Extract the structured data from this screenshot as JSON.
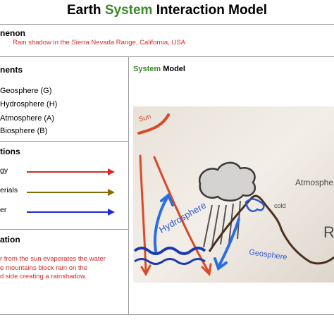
{
  "title": {
    "part1": "Earth ",
    "part2": "System",
    "part3": " Interaction Model"
  },
  "phenomenon": {
    "header": "nenon",
    "text": "Rain shadow in the Sierra Nevada Range, California, USA"
  },
  "components": {
    "header": "nents",
    "items": [
      "Geosphere (G)",
      "Hydrosphere (H)",
      "Atmosphere (A)",
      "Biosphere (B)"
    ]
  },
  "interactions": {
    "header": "tions",
    "items": [
      {
        "label": "gy",
        "color": "#d42a2a"
      },
      {
        "label": "erials",
        "color": "#8a6a00"
      },
      {
        "label": "er",
        "color": "#1a2ad0"
      }
    ]
  },
  "explanation": {
    "header": "ation",
    "lines": [
      "r from the sun evaporates the water",
      "e mountains block rain on  the",
      "d side creating a rainshadow."
    ]
  },
  "system_model": {
    "part1": "System",
    "part2": " Model"
  },
  "sketch": {
    "sun": "Sun",
    "hydrosphere": "Hydrosphere",
    "atmosphere": "Atmosphe",
    "cold": "cold",
    "geosphere": "Geosphere",
    "r": "R"
  }
}
